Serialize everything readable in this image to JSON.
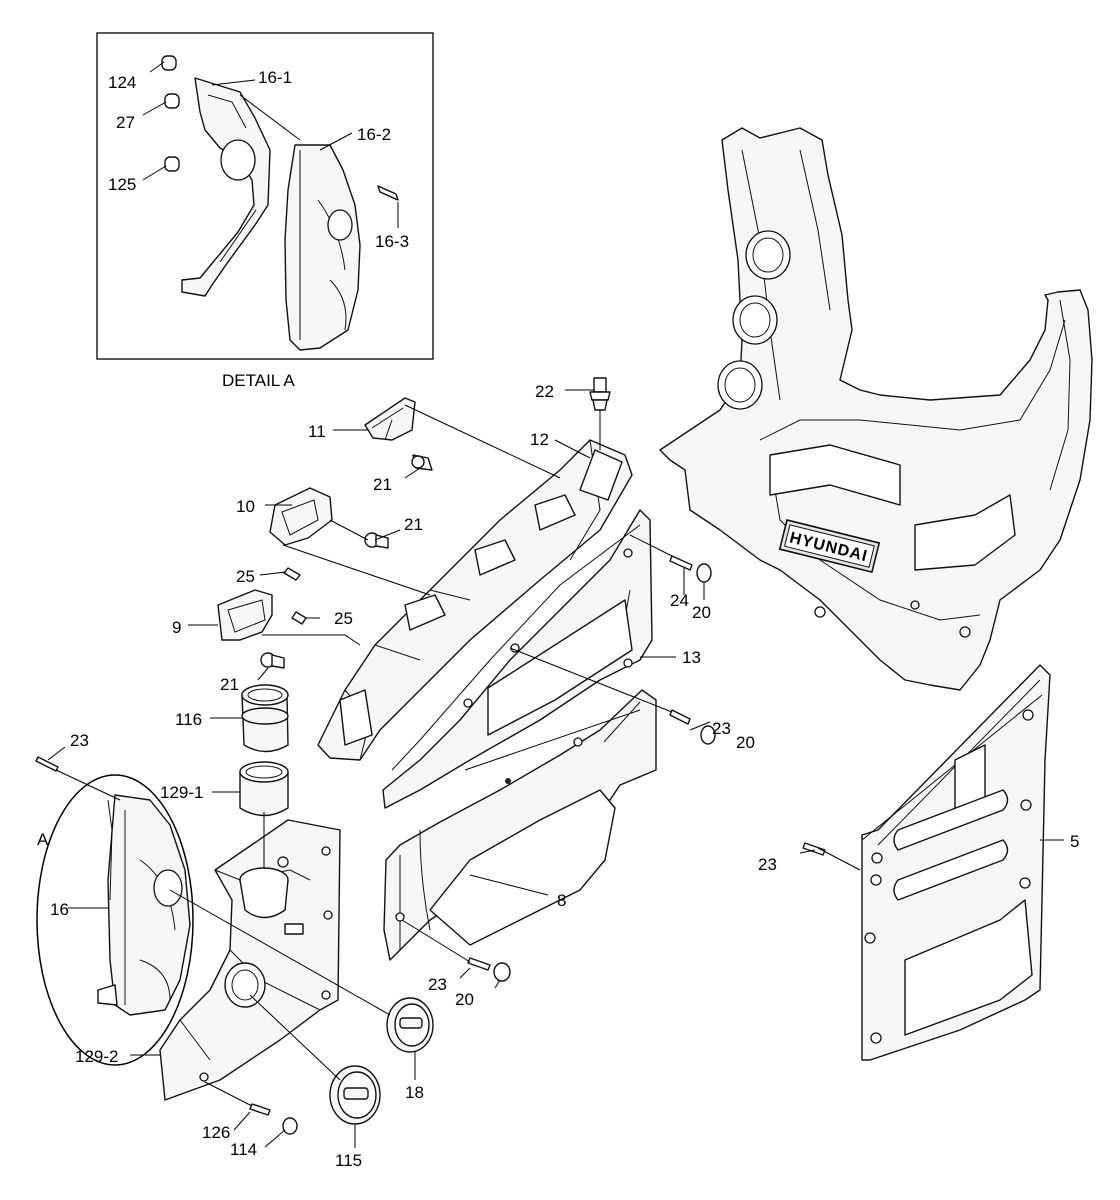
{
  "detail_caption": "DETAIL A",
  "detail_marker": "A",
  "brand_plate": "HYUNDAI",
  "callouts": [
    {
      "id": "c124",
      "text": "124"
    },
    {
      "id": "c16_1",
      "text": "16-1"
    },
    {
      "id": "c27",
      "text": "27"
    },
    {
      "id": "c16_2",
      "text": "16-2"
    },
    {
      "id": "c125",
      "text": "125"
    },
    {
      "id": "c16_3",
      "text": "16-3"
    },
    {
      "id": "c22",
      "text": "22"
    },
    {
      "id": "c12",
      "text": "12"
    },
    {
      "id": "c11",
      "text": "11"
    },
    {
      "id": "c21a",
      "text": "21"
    },
    {
      "id": "c10",
      "text": "10"
    },
    {
      "id": "c21b",
      "text": "21"
    },
    {
      "id": "c24",
      "text": "24"
    },
    {
      "id": "c20a",
      "text": "20"
    },
    {
      "id": "c25a",
      "text": "25"
    },
    {
      "id": "c9",
      "text": "9"
    },
    {
      "id": "c25b",
      "text": "25"
    },
    {
      "id": "c13",
      "text": "13"
    },
    {
      "id": "c21c",
      "text": "21"
    },
    {
      "id": "c116",
      "text": "116"
    },
    {
      "id": "c23a",
      "text": "23"
    },
    {
      "id": "c23b",
      "text": "23"
    },
    {
      "id": "c20b",
      "text": "20"
    },
    {
      "id": "c129_1",
      "text": "129-1"
    },
    {
      "id": "c5",
      "text": "5"
    },
    {
      "id": "c23c",
      "text": "23"
    },
    {
      "id": "c16",
      "text": "16"
    },
    {
      "id": "c8",
      "text": "8"
    },
    {
      "id": "c23d",
      "text": "23"
    },
    {
      "id": "c20c",
      "text": "20"
    },
    {
      "id": "c129_2",
      "text": "129-2"
    },
    {
      "id": "c18",
      "text": "18"
    },
    {
      "id": "c126",
      "text": "126"
    },
    {
      "id": "c114",
      "text": "114"
    },
    {
      "id": "c115",
      "text": "115"
    }
  ]
}
